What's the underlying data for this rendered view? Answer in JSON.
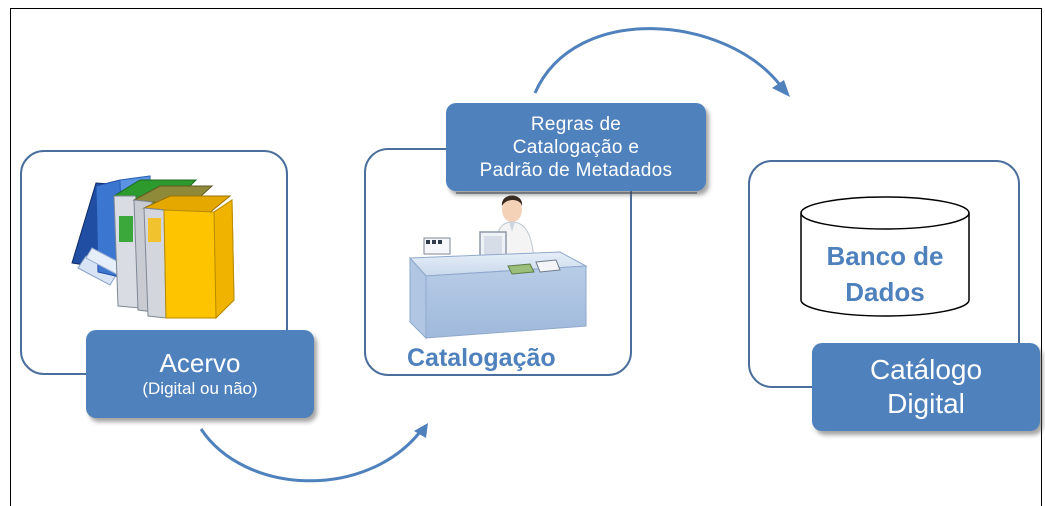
{
  "acervo": {
    "title": "Acervo",
    "subtitle": "(Digital ou não)"
  },
  "catalogacao": {
    "label": "Catalogação"
  },
  "regras": {
    "line1": "Regras de",
    "line2": "Catalogação e",
    "line3": "Padrão de Metadados"
  },
  "banco": {
    "line1": "Banco de",
    "line2": "Dados"
  },
  "catalogo": {
    "line1": "Catálogo",
    "line2": "Digital"
  },
  "colors": {
    "box_fill": "#4f81bd",
    "panel_border": "#4a6f9c",
    "arrow": "#4f81bd"
  },
  "icons": [
    "books-icon",
    "librarian-desk-icon",
    "database-cylinder-icon"
  ]
}
